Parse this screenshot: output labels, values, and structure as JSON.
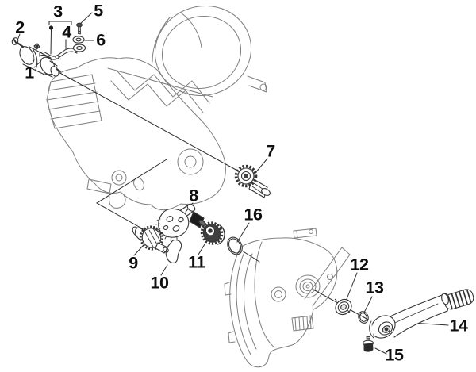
{
  "figure": {
    "background_color": "#ffffff",
    "engine_line_color": "#7e7e7e",
    "part_line_color": "#333333",
    "leader_line_color": "#2b2b2b",
    "label_color": "#0f0f0f",
    "callouts": [
      {
        "label": "1"
      },
      {
        "label": "2"
      },
      {
        "label": "3"
      },
      {
        "label": "4"
      },
      {
        "label": "5"
      },
      {
        "label": "6"
      },
      {
        "label": "7"
      },
      {
        "label": "8"
      },
      {
        "label": "9"
      },
      {
        "label": "10"
      },
      {
        "label": "11"
      },
      {
        "label": "12"
      },
      {
        "label": "13"
      },
      {
        "label": "14"
      },
      {
        "label": "15"
      },
      {
        "label": "16"
      }
    ]
  }
}
